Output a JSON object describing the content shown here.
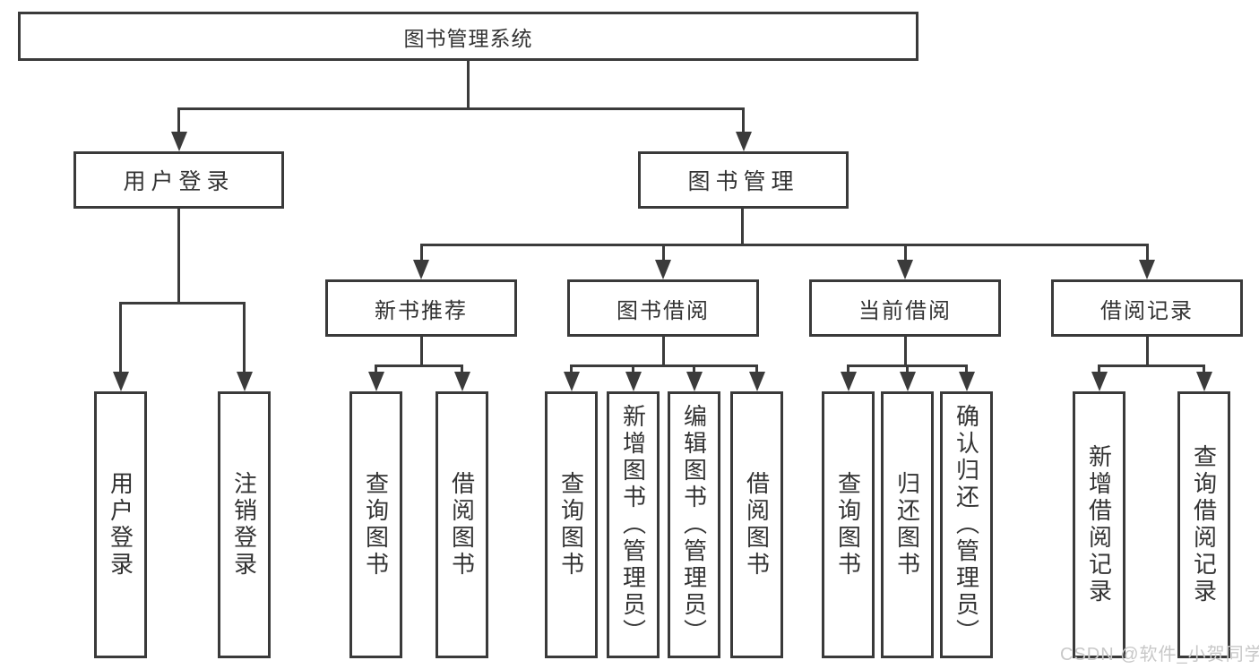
{
  "tree": {
    "root": {
      "label": "图书管理系统"
    },
    "branches": [
      {
        "label": "用户登录",
        "leaves": [
          {
            "label": "用户登录"
          },
          {
            "label": "注销登录"
          }
        ]
      },
      {
        "label": "图书管理",
        "children": [
          {
            "label": "新书推荐",
            "leaves": [
              {
                "label": "查询图书"
              },
              {
                "label": "借阅图书"
              }
            ]
          },
          {
            "label": "图书借阅",
            "leaves": [
              {
                "label": "查询图书"
              },
              {
                "label": "新增图书（管理员）"
              },
              {
                "label": "编辑图书（管理员）"
              },
              {
                "label": "借阅图书"
              }
            ]
          },
          {
            "label": "当前借阅",
            "leaves": [
              {
                "label": "查询图书"
              },
              {
                "label": "归还图书"
              },
              {
                "label": "确认归还（管理员）"
              }
            ]
          },
          {
            "label": "借阅记录",
            "leaves": [
              {
                "label": "新增借阅记录"
              },
              {
                "label": "查询借阅记录"
              }
            ]
          }
        ]
      }
    ]
  },
  "watermark": "CSDN @软件_小贺同学",
  "colors": {
    "line": "#3b3b3b",
    "border": "#3a3a3a",
    "text": "#333333",
    "background": "#ffffff",
    "watermark": "#c8c8c8"
  }
}
